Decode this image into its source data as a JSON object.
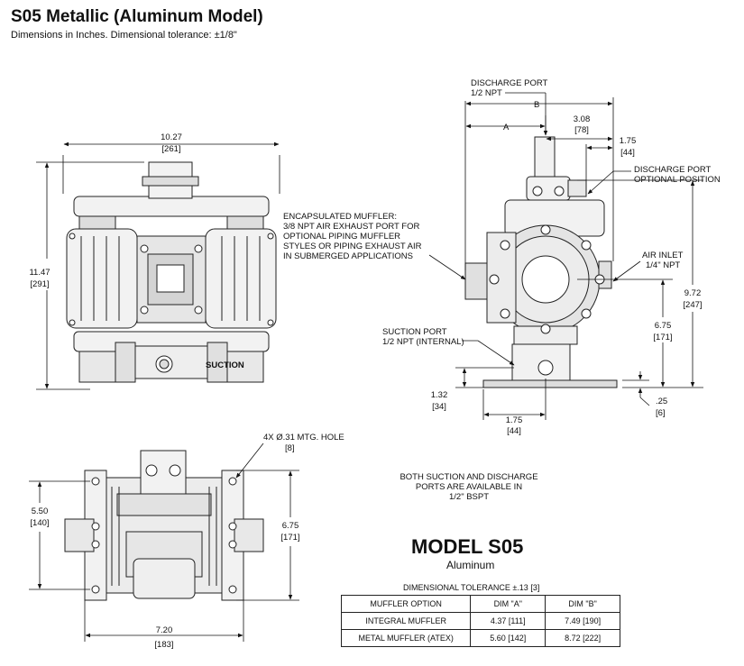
{
  "header": {
    "title": "S05 Metallic (Aluminum Model)",
    "subtitle": "Dimensions in Inches.   Dimensional tolerance: ±1/8\""
  },
  "front_view": {
    "width_in": "10.27",
    "width_mm": "[261]",
    "height_in": "11.47",
    "height_mm": "[291]",
    "suction_text": "SUCTION"
  },
  "side_view": {
    "discharge_port": "DISCHARGE PORT",
    "discharge_npt": "1/2 NPT",
    "dim_a": "A",
    "dim_b": "B",
    "d308_in": "3.08",
    "d308_mm": "[78]",
    "d175_top_in": "1.75",
    "d175_top_mm": "[44]",
    "discharge_optional_1": "DISCHARGE PORT",
    "discharge_optional_2": "OPTIONAL POSITION",
    "muffler_1": "ENCAPSULATED MUFFLER:",
    "muffler_2": "3/8 NPT AIR EXHAUST PORT FOR",
    "muffler_3": "OPTIONAL PIPING MUFFLER",
    "muffler_4": "STYLES OR PIPING EXHAUST AIR",
    "muffler_5": "IN SUBMERGED APPLICATIONS",
    "air_inlet_1": "AIR INLET",
    "air_inlet_2": "1/4\" NPT",
    "d972_in": "9.72",
    "d972_mm": "[247]",
    "d675_in": "6.75",
    "d675_mm": "[171]",
    "suction_1": "SUCTION PORT",
    "suction_2": "1/2 NPT (INTERNAL)",
    "d132_in": "1.32",
    "d132_mm": "[34]",
    "d175_bot_in": "1.75",
    "d175_bot_mm": "[44]",
    "d025_in": ".25",
    "d025_mm": "[6]"
  },
  "bottom_view": {
    "hole_label": "4X  Ø.31 MTG. HOLE",
    "hole_mm": "[8]",
    "d550_in": "5.50",
    "d550_mm": "[140]",
    "d675_in": "6.75",
    "d675_mm": "[171]",
    "d720_in": "7.20",
    "d720_mm": "[183]"
  },
  "notes": {
    "line1": "BOTH SUCTION AND DISCHARGE",
    "line2": "PORTS ARE AVAILABLE IN",
    "line3": "1/2\" BSPT"
  },
  "model": {
    "name": "MODEL S05",
    "material": "Aluminum",
    "tolerance": "DIMENSIONAL TOLERANCE ±.13 [3]"
  },
  "table": {
    "headers": [
      "MUFFLER OPTION",
      "DIM \"A\"",
      "DIM \"B\""
    ],
    "rows": [
      [
        "INTEGRAL MUFFLER",
        "4.37 [111]",
        "7.49 [190]"
      ],
      [
        "METAL MUFFLER (ATEX)",
        "5.60 [142]",
        "8.72 [222]"
      ]
    ]
  }
}
